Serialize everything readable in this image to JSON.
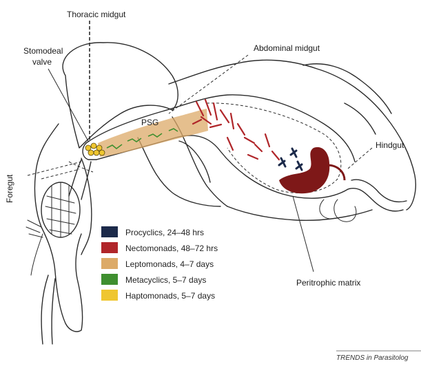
{
  "labels": {
    "thoracic_midgut": "Thoracic midgut",
    "stomodeal_valve_line1": "Stomodeal",
    "stomodeal_valve_line2": "valve",
    "abdominal_midgut": "Abdominal midgut",
    "psg": "PSG",
    "hindgut": "Hindgut",
    "foregut": "Foregut",
    "peritrophic_matrix": "Peritrophic matrix",
    "source": "TRENDS in Parasitolog"
  },
  "legend": {
    "items": [
      {
        "label": "Procyclics, 24–48 hrs",
        "color": "#1c2a4a"
      },
      {
        "label": "Nectomonads, 48–72 hrs",
        "color": "#b0262a"
      },
      {
        "label": "Leptomonads, 4–7 days",
        "color": "#dcaa68"
      },
      {
        "label": "Metacyclics, 5–7 days",
        "color": "#3f8f2f"
      },
      {
        "label": "Haptomonads, 5–7 days",
        "color": "#efc630"
      }
    ]
  },
  "colors": {
    "procyclic": "#1c2a4a",
    "nectomonad": "#b0262a",
    "nectomonad_bloodmeal": "#7e1818",
    "leptomonad": "#dcaa68",
    "metacyclic": "#3f8f2f",
    "haptomonad": "#efc630",
    "outline": "#2b2b2b"
  }
}
